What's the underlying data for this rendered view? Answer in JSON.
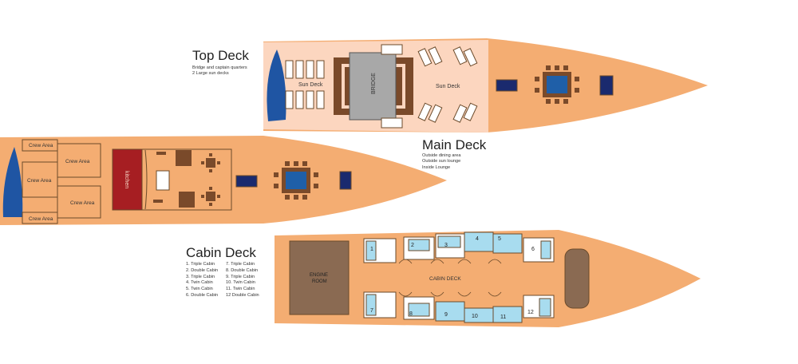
{
  "top_deck": {
    "heading": "Top Deck",
    "descriptions": [
      "Bridge and captain quarters",
      "2 Large sun decks"
    ],
    "labels": {
      "sun_deck_left": "Sun Deck",
      "bridge": "BRIDGE",
      "sun_deck_right": "Sun Deck"
    }
  },
  "main_deck": {
    "heading": "Main Deck",
    "descriptions": [
      "Outside dining area",
      "Outside sun lounge",
      "Inside Lounge"
    ],
    "labels": {
      "crew_areas": [
        "Crew Area",
        "Crew Area",
        "Crew Area",
        "Crew Area",
        "Crew Area"
      ],
      "kitchen": "kitchen"
    }
  },
  "cabin_deck": {
    "heading": "Cabin Deck",
    "cabins_col1": [
      "1. Triple Cabin",
      "2. Double Cabin",
      "3. Triple Cabin",
      "4. Twin Cabin",
      "5. Twin Cabin",
      "6. Double Cabin"
    ],
    "cabins_col2": [
      "7. Triple Cabin",
      "8. Double Cabin",
      "9. Triple Cabin",
      "10. Twin Cabin",
      "11. Twin Cabin",
      "12 Double Cabin"
    ],
    "labels": {
      "engine_room_line1": "ENGINE",
      "engine_room_line2": "ROOM",
      "cabin_deck": "CABIN DECK"
    },
    "cabin_numbers": [
      "1",
      "2",
      "3",
      "4",
      "5",
      "6",
      "7",
      "8",
      "9",
      "10",
      "11",
      "12"
    ]
  },
  "colors": {
    "hull": "#f4ad72",
    "sun_deck": "#fcd6bf",
    "wood": "#7a4a2a",
    "bridge": "#a8a8a8",
    "kitchen": "#a61e22",
    "engine_room": "#8a6a52",
    "cabin_blue": "#a8dcef",
    "pool": "#1f5fa8",
    "navy": "#1a2a6e",
    "boat": "#1f55a3"
  }
}
